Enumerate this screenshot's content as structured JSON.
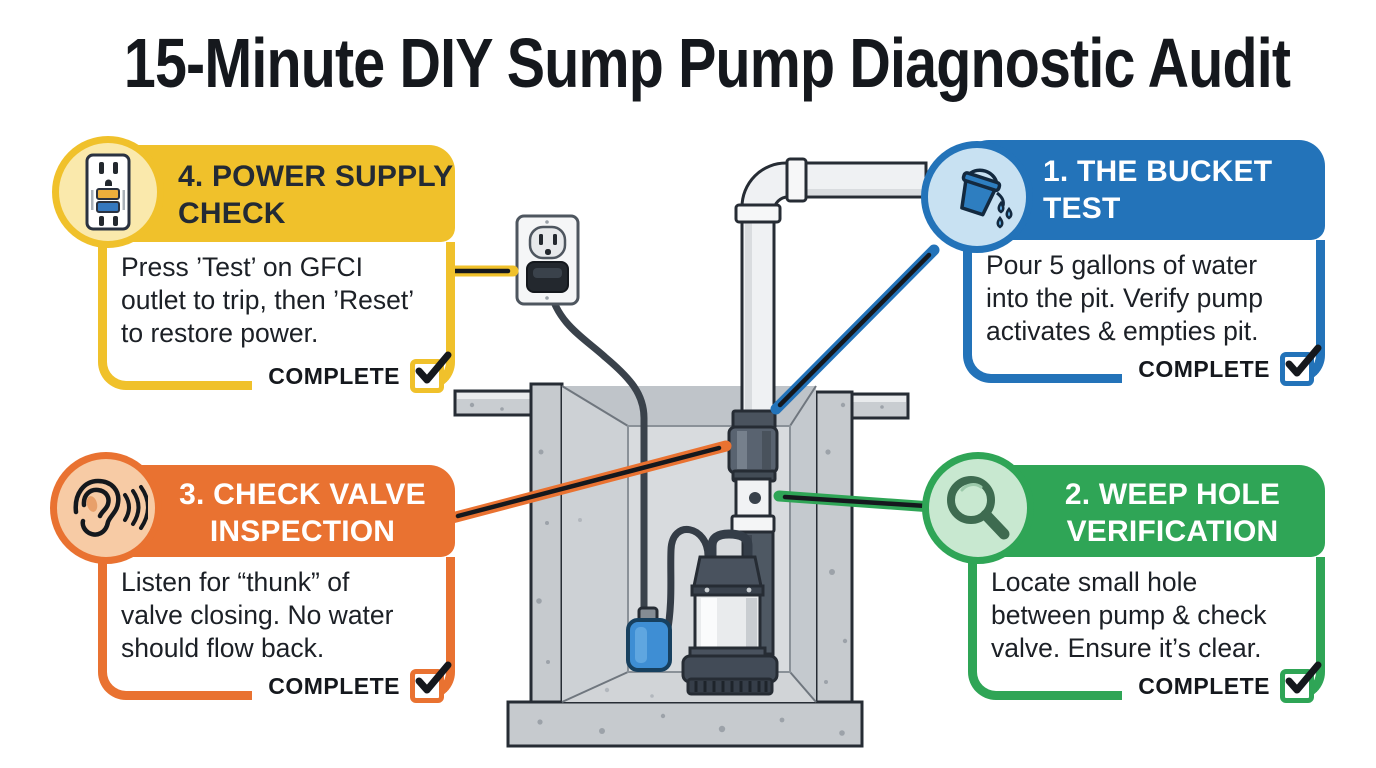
{
  "page": {
    "title": "15-Minute DIY Sump Pump Diagnostic Audit",
    "background": "#FFFFFF"
  },
  "callouts": [
    {
      "id": "power-supply-check",
      "step_number": "4",
      "position": "top-left",
      "accent": "#F0C12B",
      "accent_light": "#FAE9AC",
      "title_color": "#232A34",
      "icon": "gfci-outlet-icon",
      "title_lines": [
        "4. POWER SUPPLY",
        "CHECK"
      ],
      "body_lines": [
        "Press ’Test’ on GFCI",
        "outlet to trip, then ’Reset’",
        "to restore power."
      ],
      "complete_label": "COMPLETE",
      "checked": true
    },
    {
      "id": "bucket-test",
      "step_number": "1",
      "position": "top-right",
      "accent": "#2373B9",
      "accent_light": "#C8E1F2",
      "title_color": "#FFFFFF",
      "icon": "bucket-pouring-icon",
      "title_lines": [
        "1. THE BUCKET",
        "TEST"
      ],
      "body_lines": [
        "Pour 5 gallons of water",
        "into the pit. Verify pump",
        "activates & empties pit."
      ],
      "complete_label": "COMPLETE",
      "checked": true
    },
    {
      "id": "check-valve-inspection",
      "step_number": "3",
      "position": "bottom-left",
      "accent": "#E97231",
      "accent_light": "#F7CBA5",
      "title_color": "#FFFFFF",
      "icon": "ear-listening-icon",
      "title_lines": [
        "3. CHECK VALVE",
        "INSPECTION"
      ],
      "body_lines": [
        "Listen for “thunk” of",
        "valve closing. No water",
        "should flow back."
      ],
      "complete_label": "COMPLETE",
      "checked": true
    },
    {
      "id": "weep-hole-verification",
      "step_number": "2",
      "position": "bottom-right",
      "accent": "#2FA556",
      "accent_light": "#C8E8D0",
      "title_color": "#FFFFFF",
      "icon": "magnifying-glass-icon",
      "title_lines": [
        "2. WEEP HOLE",
        "VERIFICATION"
      ],
      "body_lines": [
        "Locate small hole",
        "between pump & check",
        "valve. Ensure it’s clear."
      ],
      "complete_label": "COMPLETE",
      "checked": true
    }
  ],
  "illustration": {
    "parts": [
      "wall-outlet",
      "power-plug",
      "power-cord",
      "discharge-pipe",
      "pipe-elbow",
      "pipe-coupling",
      "check-valve",
      "weep-hole",
      "sump-pump",
      "pump-handle",
      "float-switch",
      "sump-pit",
      "basement-floor-slab"
    ],
    "checkmark_color": "#15181d",
    "line_core_color": "#15181d"
  }
}
